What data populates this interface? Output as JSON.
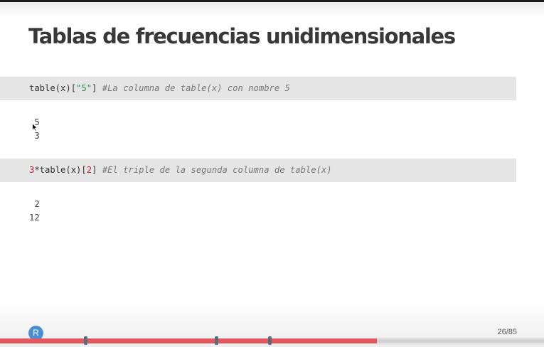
{
  "slide": {
    "title": "Tablas de frecuencias unidimensionales"
  },
  "blocks": [
    {
      "code": [
        {
          "t": "table(x)[",
          "c": "plain"
        },
        {
          "t": "\"5\"",
          "c": "str"
        },
        {
          "t": "] ",
          "c": "plain"
        },
        {
          "t": "#La columna de table(x) con nombre 5",
          "c": "comment"
        }
      ],
      "output": [
        " 5",
        " 3"
      ]
    },
    {
      "code": [
        {
          "t": "3",
          "c": "num"
        },
        {
          "t": "*table(x)[",
          "c": "plain"
        },
        {
          "t": "2",
          "c": "num"
        },
        {
          "t": "] ",
          "c": "plain"
        },
        {
          "t": "#El triple de la segunda columna de table(x)",
          "c": "comment"
        }
      ],
      "output": [
        " 2",
        "12"
      ]
    }
  ],
  "footer": {
    "logo_letter": "R",
    "slide_counter": "26/85",
    "progress_fraction": 0.693,
    "section_markers": [
      0.157,
      0.397,
      0.495
    ]
  },
  "colors": {
    "progress_fill": "#e2585e",
    "logo": "#4a8fcf",
    "string": "#2a8f4e",
    "number": "#c8143c"
  }
}
